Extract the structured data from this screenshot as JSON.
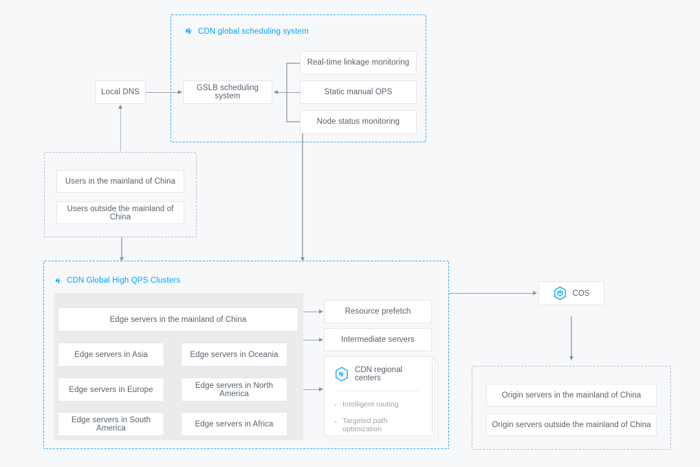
{
  "canvas": {
    "background": "#f7f8fa"
  },
  "colors": {
    "accent_blue": "#00a4ff",
    "frame_blue_dashed": "#29a5ff",
    "frame_gray_dashed": "#b9bdc2",
    "panel_gray": "#ebebeb",
    "box_border": "#e3e6eb",
    "text": "#56606a",
    "muted_text": "#9aa0a6",
    "connector": "#9aa0a6"
  },
  "scheduling_group": {
    "title": "CDN global scheduling system",
    "icon": "cdn-icon",
    "gslb": "GSLB scheduling system",
    "monitors": [
      "Real-time linkage monitoring",
      "Static manual OPS",
      "Node status monitoring"
    ]
  },
  "local_dns": {
    "label": "Local DNS"
  },
  "users_group": {
    "items": [
      "Users in the mainland of China",
      "Users outside the mainland of China"
    ]
  },
  "clusters_group": {
    "title": "CDN Global High QPS Clusters",
    "icon": "cdn-icon",
    "edge_servers": [
      "Edge servers in the mainland of China",
      "Edge servers in Asia",
      "Edge servers in Oceania",
      "Edge servers in Europe",
      "Edge servers in North America",
      "Edge servers in South America",
      "Edge servers in Africa"
    ],
    "services": [
      "Resource prefetch",
      "Intermediate servers"
    ],
    "regional_centers": {
      "title": "CDN regional centers",
      "icon": "cdn-hex-icon",
      "bullets": [
        "Intelligent routing",
        "Targeted path optimization"
      ]
    }
  },
  "cos": {
    "label": "COS",
    "icon": "cos-hex-icon"
  },
  "origin_group": {
    "items": [
      "Origin servers in the mainland of China",
      "Origin servers outside the mainland of China"
    ]
  }
}
